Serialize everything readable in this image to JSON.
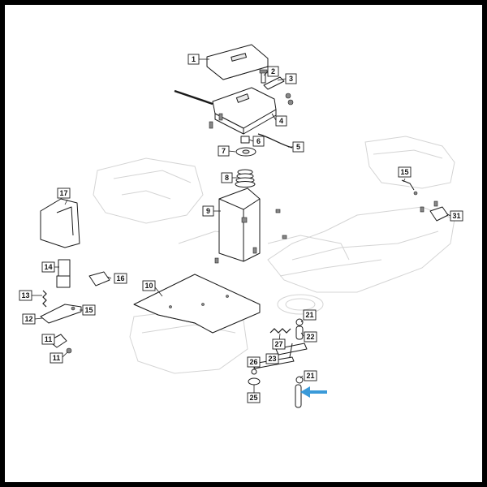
{
  "diagram": {
    "callouts": [
      {
        "id": "c1",
        "label": "1"
      },
      {
        "id": "c2",
        "label": "2"
      },
      {
        "id": "c3",
        "label": "3"
      },
      {
        "id": "c4",
        "label": "4"
      },
      {
        "id": "c5",
        "label": "5"
      },
      {
        "id": "c6",
        "label": "6"
      },
      {
        "id": "c7",
        "label": "7"
      },
      {
        "id": "c8",
        "label": "8"
      },
      {
        "id": "c9",
        "label": "9"
      },
      {
        "id": "c10",
        "label": "10"
      },
      {
        "id": "c11a",
        "label": "11"
      },
      {
        "id": "c11b",
        "label": "11"
      },
      {
        "id": "c12",
        "label": "12"
      },
      {
        "id": "c13",
        "label": "13"
      },
      {
        "id": "c14",
        "label": "14"
      },
      {
        "id": "c15a",
        "label": "15"
      },
      {
        "id": "c15b",
        "label": "15"
      },
      {
        "id": "c16",
        "label": "16"
      },
      {
        "id": "c17",
        "label": "17"
      },
      {
        "id": "c21a",
        "label": "21"
      },
      {
        "id": "c21b",
        "label": "21"
      },
      {
        "id": "c22",
        "label": "22"
      },
      {
        "id": "c23",
        "label": "23"
      },
      {
        "id": "c25",
        "label": "25"
      },
      {
        "id": "c26",
        "label": "26"
      },
      {
        "id": "c27",
        "label": "27"
      },
      {
        "id": "c31",
        "label": "31"
      }
    ],
    "highlight_color": "#3a9ad9"
  }
}
